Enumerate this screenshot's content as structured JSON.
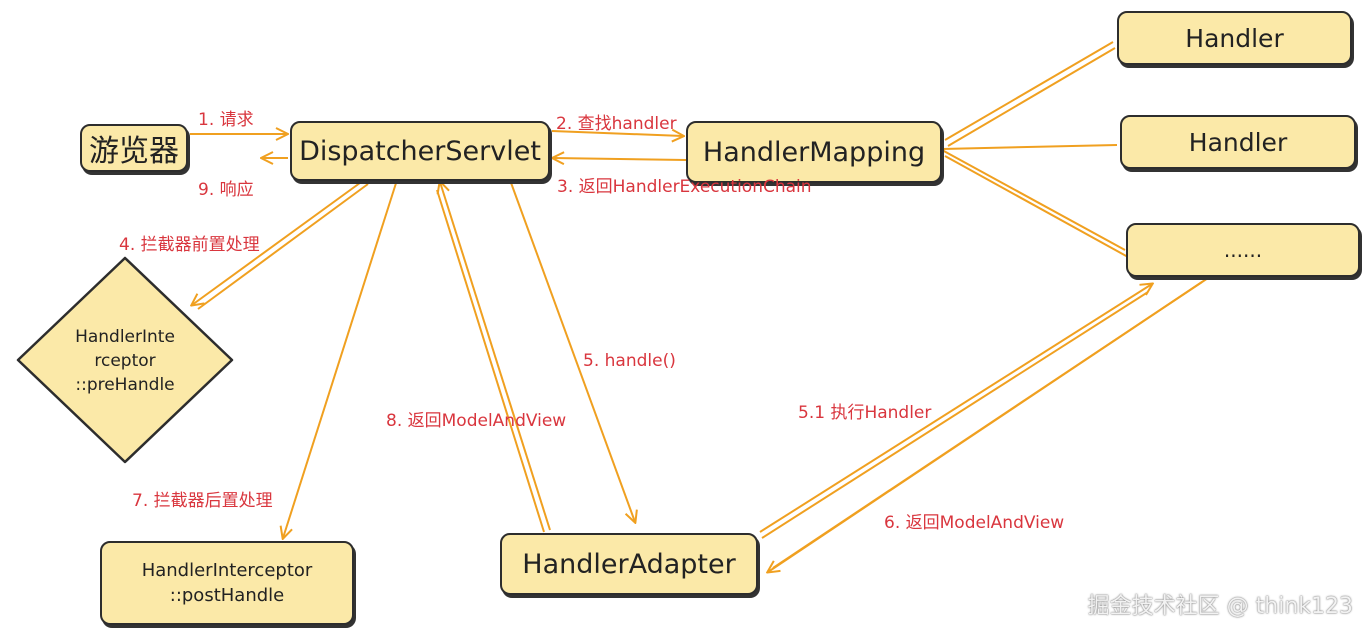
{
  "nodes": {
    "browser": "游览器",
    "dispatcher": "DispatcherServlet",
    "handler_mapping": "HandlerMapping",
    "handler1": "Handler",
    "handler2": "Handler",
    "handler_more": "......",
    "interceptor_pre_line1": "HandlerInte",
    "interceptor_pre_line2": "rceptor",
    "interceptor_pre_line3": "::preHandle",
    "interceptor_post_line1": "HandlerInterceptor",
    "interceptor_post_line2": "::postHandle",
    "handler_adapter": "HandlerAdapter"
  },
  "edges": {
    "e1": "1. 请求",
    "e2": "2. 查找handler",
    "e3": "3. 返回HandlerExecutionChain",
    "e4": "4. 拦截器前置处理",
    "e5": "5. handle()",
    "e5_1": "5.1 执行Handler",
    "e6": "6. 返回ModelAndView",
    "e7": "7. 拦截器后置处理",
    "e8": "8. 返回ModelAndView",
    "e9": "9. 响应"
  },
  "watermark": "掘金技术社区 @ think123",
  "colors": {
    "box_fill": "#fbe9a8",
    "arrow": "#f0a020",
    "label": "#d9363e",
    "outline": "#2d2d2d"
  }
}
